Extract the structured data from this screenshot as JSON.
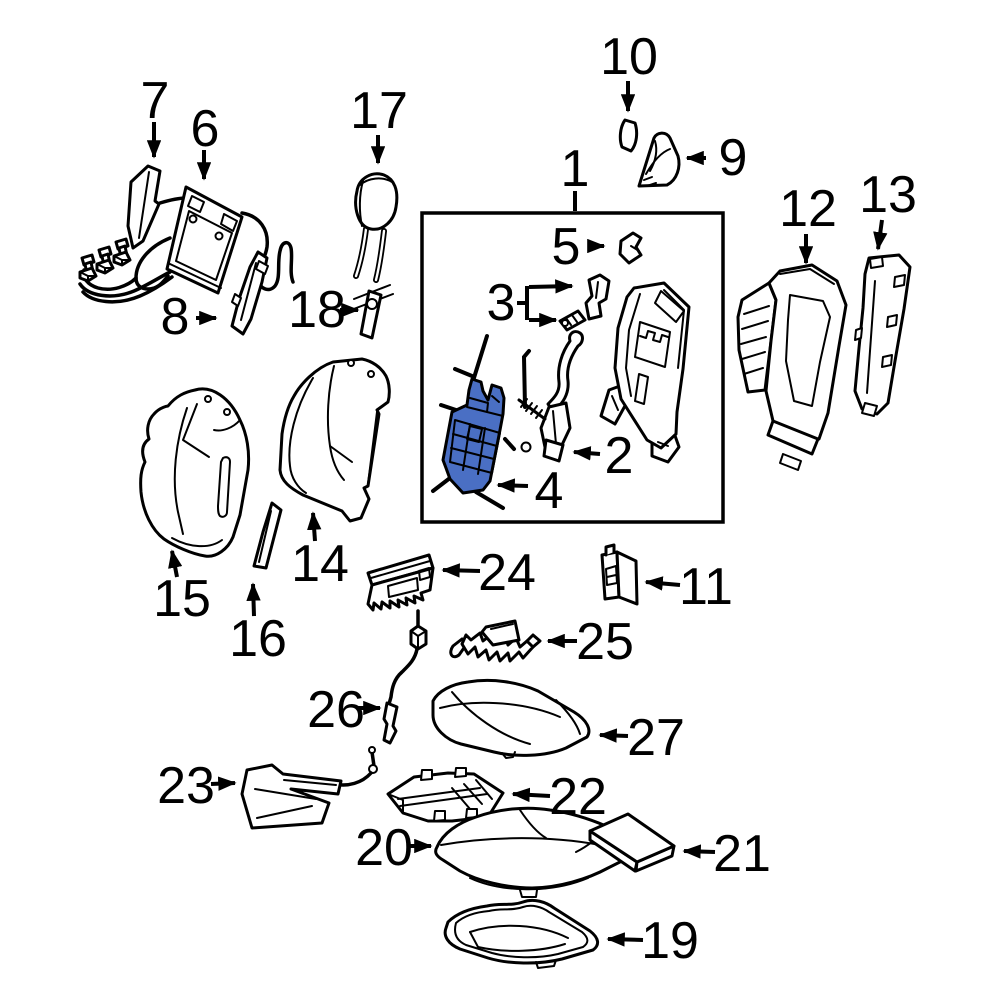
{
  "diagram": {
    "type": "exploded-parts-diagram",
    "background_color": "#ffffff",
    "line_color": "#000000",
    "highlight": {
      "part": "4",
      "color": "#4a6fc4"
    },
    "callouts": [
      {
        "number": "1"
      },
      {
        "number": "2"
      },
      {
        "number": "3"
      },
      {
        "number": "4"
      },
      {
        "number": "5"
      },
      {
        "number": "6"
      },
      {
        "number": "7"
      },
      {
        "number": "8"
      },
      {
        "number": "9"
      },
      {
        "number": "10"
      },
      {
        "number": "11"
      },
      {
        "number": "12"
      },
      {
        "number": "13"
      },
      {
        "number": "14"
      },
      {
        "number": "15"
      },
      {
        "number": "16"
      },
      {
        "number": "17"
      },
      {
        "number": "18"
      },
      {
        "number": "19"
      },
      {
        "number": "20"
      },
      {
        "number": "21"
      },
      {
        "number": "22"
      },
      {
        "number": "23"
      },
      {
        "number": "24"
      },
      {
        "number": "25"
      },
      {
        "number": "26"
      },
      {
        "number": "27"
      }
    ]
  }
}
